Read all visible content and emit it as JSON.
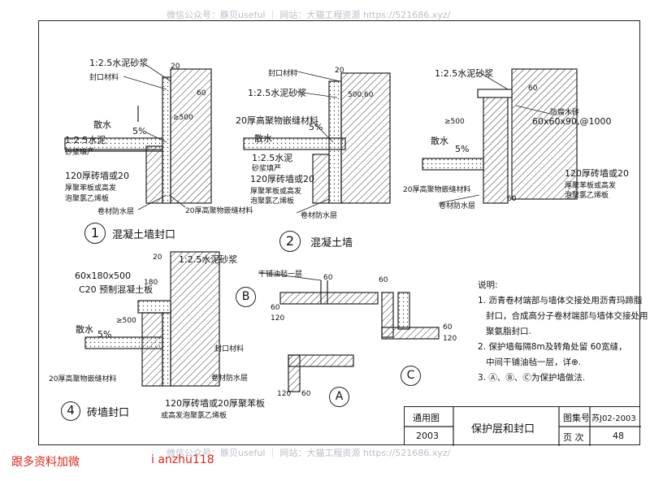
{
  "watermark": {
    "top": "微信公众号：豚贝useful ｜ 网站：大猫工程资源 https://521686.xyz/",
    "bottom": "微信公众号：豚贝useful ｜ 网站：大猫工程资源 https://521686.xyz/"
  },
  "details": {
    "d1": {
      "num": "1",
      "title": "混凝土墙封口",
      "labels": {
        "mortar": "1:2.5水泥砂浆",
        "seal": "封口材料",
        "apron": "散水",
        "fill1": "1:2.5水泥",
        "fill2": "砂浆填严",
        "board1": "120厚砖墙或20",
        "board2": "厚聚苯板或高发",
        "board3": "泡聚氯乙烯板",
        "membrane": "卷材防水层",
        "caulk": "20厚高聚物嵌缝材料",
        "slope": "5%",
        "d500": "≥500",
        "d20": "20",
        "d60": "60"
      }
    },
    "d2": {
      "num": "2",
      "title": "混凝土墙",
      "labels": {
        "seal": "封口材料",
        "mortar": "1:2.5水泥砂浆",
        "caulk": "20厚高聚物嵌缝材料",
        "apron": "散水",
        "fill1": "1:2.5水泥",
        "fill2": "砂浆填严",
        "board1": "120厚砖墙或20",
        "board2": "厚聚苯板或高发",
        "board3": "泡聚氯乙烯板",
        "membrane": "卷材防水层",
        "slope": "5%",
        "d500": "500,60",
        "d20": "20"
      }
    },
    "d3": {
      "labels": {
        "mortar": "1:2.5水泥砂浆",
        "wood1": "防腐木砖",
        "wood2": "60x60x90,@1000",
        "apron": "散水",
        "slope": "5%",
        "caulk": "20厚高聚物嵌缝材料",
        "membrane": "卷材防水层",
        "board1": "120厚砖墙或20",
        "board2": "厚聚苯板或高发",
        "board3": "泡聚氯乙烯板",
        "d500": "≥500",
        "d60a": "60",
        "d60b": "60"
      }
    },
    "d4": {
      "num": "4",
      "title": "砖墙封口",
      "labels": {
        "slab1": "60x180x500",
        "slab2": "C20 预制混凝土板",
        "d20": "20",
        "d180": "180",
        "mortar": "1:2.5水泥砂浆",
        "apron": "散水",
        "slope": "5%",
        "d500": "≥500",
        "caulk": "20厚高聚物嵌缝材料",
        "seal": "封口材料",
        "membrane": "卷材防水层",
        "board1": "120厚砖墙或20厚聚苯板",
        "board2": "或高发泡聚氯乙烯板"
      }
    },
    "dA": {
      "letter": "A",
      "d120": "120",
      "d60": "60"
    },
    "dB": {
      "letter": "B",
      "note": "干铺油毡一层",
      "d60a": "60",
      "d60b": "60",
      "d120": "120"
    },
    "dC": {
      "letter": "C",
      "d60a": "60",
      "d60b": "60",
      "d120": "120"
    }
  },
  "notes": {
    "heading": "说明:",
    "items": [
      "1. 沥青卷材端部与墙体交接处用沥青玛蹄脂",
      "封口，合成高分子卷材端部与墙体交接处用",
      "聚氨脂封口.",
      "2. 保护墙每隔8m及转角处留 60宽缝，",
      "中间干铺油毡一层，详⊕.",
      "3. Ⓐ、Ⓑ、Ⓒ为保护墙做法."
    ]
  },
  "titleblock": {
    "general_label": "通用图",
    "year": "2003",
    "title": "保护层和封口",
    "atlas_label": "图集号",
    "atlas_no": "苏J02-2003",
    "page_label": "页 次",
    "page_no": "48"
  },
  "footer": {
    "left": "跟多资料加微",
    "right": "i anzhu118"
  },
  "colors": {
    "line": "#222222",
    "watermark": "#b9bec8",
    "footer_red": "#e0241b"
  }
}
